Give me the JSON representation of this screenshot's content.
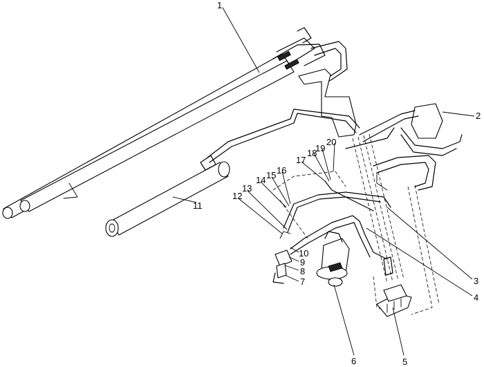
{
  "diagram": {
    "type": "exploded-parts-view",
    "callouts": [
      "1",
      "2",
      "3",
      "4",
      "5",
      "6",
      "7",
      "8",
      "9",
      "10",
      "11",
      "12",
      "13",
      "14",
      "15",
      "16",
      "17",
      "18",
      "19",
      "20"
    ]
  }
}
